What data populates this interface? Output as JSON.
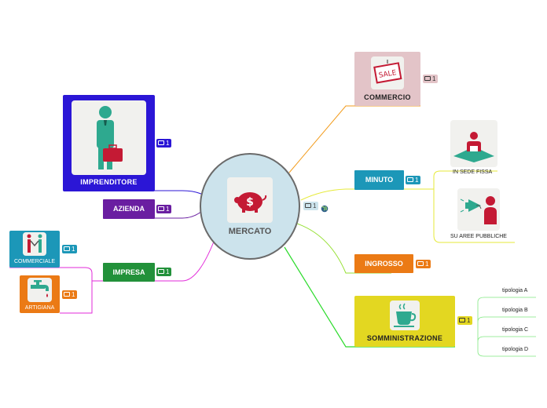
{
  "center": {
    "label": "MERCATO",
    "note_count": "1",
    "icon": "piggy-bank-dollar-icon",
    "color": "#cce3ec"
  },
  "nodes": {
    "imprenditore": {
      "label": "IMPRENDITORE",
      "note_count": "1",
      "icon": "businessman-briefcase-icon",
      "color": "#2b16d6"
    },
    "azienda": {
      "label": "AZIENDA",
      "note_count": "1",
      "color": "#6a1ea1"
    },
    "impresa": {
      "label": "IMPRESA",
      "note_count": "1",
      "color": "#22913a"
    },
    "commerciale": {
      "label": "COMMERCIALE",
      "note_count": "1",
      "icon": "handshake-icon",
      "color": "#1c97b8"
    },
    "artigiana": {
      "label": "ARTIGIANA",
      "note_count": "1",
      "icon": "faucet-icon",
      "color": "#eb7a15"
    },
    "commercio": {
      "label": "COMMERCIO",
      "note_count": "1",
      "icon": "sale-sign-icon",
      "color": "#e3c4c8"
    },
    "minuto": {
      "label": "MINUTO",
      "note_count": "1",
      "color": "#1c97b8"
    },
    "sede_fissa": {
      "label": "IN SEDE FISSA",
      "icon": "shopkeeper-icon"
    },
    "aree_pubbliche": {
      "label": "SU AREE PUBBLICHE",
      "icon": "megaphone-vendor-icon"
    },
    "ingrosso": {
      "label": "INGROSSO",
      "note_count": "1",
      "color": "#eb7a15"
    },
    "somministrazione": {
      "label": "SOMMINISTRAZIONE",
      "note_count": "1",
      "icon": "coffee-cup-icon",
      "color": "#e3d721"
    },
    "tipologie": [
      "tipologia A",
      "tipologia B",
      "tipologia C",
      "tipologia D"
    ]
  }
}
